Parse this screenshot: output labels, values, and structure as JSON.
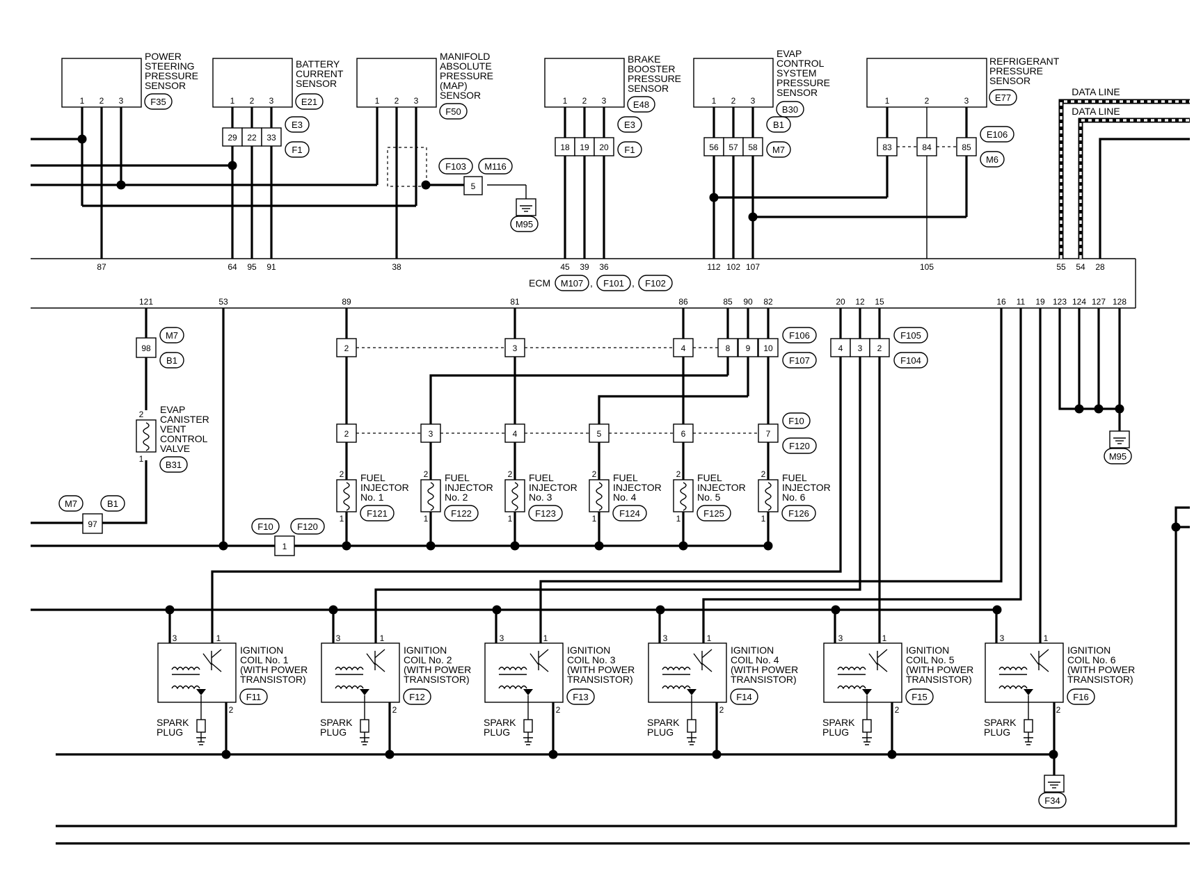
{
  "sensors": [
    {
      "id": "ps",
      "label": [
        "POWER",
        "STEERING",
        "PRESSURE",
        "SENSOR"
      ],
      "connector": "F35",
      "pins": [
        "1",
        "2",
        "3"
      ]
    },
    {
      "id": "bc",
      "label": [
        "BATTERY",
        "CURRENT",
        "SENSOR"
      ],
      "connector": "E21",
      "pins": [
        "1",
        "2",
        "3"
      ]
    },
    {
      "id": "map",
      "label": [
        "MANIFOLD",
        "ABSOLUTE",
        "PRESSURE",
        "(MAP)",
        "SENSOR"
      ],
      "connector": "F50",
      "pins": [
        "1",
        "2",
        "3"
      ]
    },
    {
      "id": "bb",
      "label": [
        "BRAKE",
        "BOOSTER",
        "PRESSURE",
        "SENSOR"
      ],
      "connector": "E48",
      "pins": [
        "1",
        "2",
        "3"
      ]
    },
    {
      "id": "evap",
      "label": [
        "EVAP",
        "CONTROL",
        "SYSTEM",
        "PRESSURE",
        "SENSOR"
      ],
      "connector": "B30",
      "pins": [
        "1",
        "2",
        "3"
      ]
    },
    {
      "id": "ref",
      "label": [
        "REFRIGERANT",
        "PRESSURE",
        "SENSOR"
      ],
      "connector": "E77",
      "pins": [
        "1",
        "2",
        "3"
      ]
    }
  ],
  "inline_connectors": {
    "bc": {
      "pins": [
        "29",
        "22",
        "33"
      ],
      "tags": [
        "E3",
        "F1"
      ]
    },
    "bb": {
      "pins": [
        "18",
        "19",
        "20"
      ],
      "tags": [
        "E3",
        "F1"
      ]
    },
    "evap": {
      "pins": [
        "56",
        "57",
        "58"
      ],
      "tags": [
        "B1",
        "M7"
      ]
    },
    "ref": {
      "pins": [
        "83",
        "84",
        "85"
      ],
      "tags": [
        "E106",
        "M6"
      ]
    },
    "map_ground": {
      "pin": "5",
      "tags": [
        "F103",
        "M116"
      ],
      "ground": "M95"
    }
  },
  "data_lines": [
    "DATA LINE",
    "DATA LINE"
  ],
  "ecm": {
    "label": "ECM",
    "connectors": [
      "M107",
      "F101",
      "F102"
    ],
    "top_terminals": [
      "87",
      "64",
      "95",
      "91",
      "38",
      "45",
      "39",
      "36",
      "112",
      "102",
      "107",
      "105",
      "55",
      "54",
      "28"
    ],
    "bottom_terminals": [
      "121",
      "53",
      "89",
      "81",
      "86",
      "85",
      "90",
      "82",
      "20",
      "12",
      "15",
      "16",
      "11",
      "19",
      "123",
      "124",
      "127",
      "128"
    ],
    "ground": "M95"
  },
  "evap_vent": {
    "label": [
      "EVAP",
      "CANISTER",
      "VENT",
      "CONTROL",
      "VALVE"
    ],
    "connector": "B31",
    "relay_pin": "98",
    "relay_tags": [
      "M7",
      "B1"
    ],
    "coil_pins": [
      "2",
      "1"
    ],
    "lower_pin": "97",
    "lower_tags": [
      "M7",
      "B1"
    ]
  },
  "injector_harness": {
    "upper_pins": [
      "2",
      "3",
      "4",
      "8",
      "9",
      "10"
    ],
    "upper_tags": [
      "F106",
      "F107"
    ],
    "lower_pins": [
      "2",
      "3",
      "4",
      "5",
      "6",
      "7"
    ],
    "lower_tags": [
      "F10",
      "F120"
    ],
    "common_pin": "1",
    "common_tags": [
      "F10",
      "F120"
    ]
  },
  "injectors": [
    {
      "label": [
        "FUEL",
        "INJECTOR",
        "No. 1"
      ],
      "connector": "F121"
    },
    {
      "label": [
        "FUEL",
        "INJECTOR",
        "No. 2"
      ],
      "connector": "F122"
    },
    {
      "label": [
        "FUEL",
        "INJECTOR",
        "No. 3"
      ],
      "connector": "F123"
    },
    {
      "label": [
        "FUEL",
        "INJECTOR",
        "No. 4"
      ],
      "connector": "F124"
    },
    {
      "label": [
        "FUEL",
        "INJECTOR",
        "No. 5"
      ],
      "connector": "F125"
    },
    {
      "label": [
        "FUEL",
        "INJECTOR",
        "No. 6"
      ],
      "connector": "F126"
    }
  ],
  "coil_harness": {
    "pins": [
      "4",
      "3",
      "2"
    ],
    "tags": [
      "F105",
      "F104"
    ]
  },
  "coils": [
    {
      "label": [
        "IGNITION",
        "COIL No. 1",
        "(WITH POWER",
        "TRANSISTOR)"
      ],
      "connector": "F11"
    },
    {
      "label": [
        "IGNITION",
        "COIL No. 2",
        "(WITH POWER",
        "TRANSISTOR)"
      ],
      "connector": "F12"
    },
    {
      "label": [
        "IGNITION",
        "COIL No. 3",
        "(WITH POWER",
        "TRANSISTOR)"
      ],
      "connector": "F13"
    },
    {
      "label": [
        "IGNITION",
        "COIL No. 4",
        "(WITH POWER",
        "TRANSISTOR)"
      ],
      "connector": "F14"
    },
    {
      "label": [
        "IGNITION",
        "COIL No. 5",
        "(WITH POWER",
        "TRANSISTOR)"
      ],
      "connector": "F15"
    },
    {
      "label": [
        "IGNITION",
        "COIL No. 6",
        "(WITH POWER",
        "TRANSISTOR)"
      ],
      "connector": "F16"
    }
  ],
  "spark_plug_label": [
    "SPARK",
    "PLUG"
  ],
  "coil_pins": [
    "3",
    "1",
    "2"
  ],
  "coil_ground": "F34"
}
